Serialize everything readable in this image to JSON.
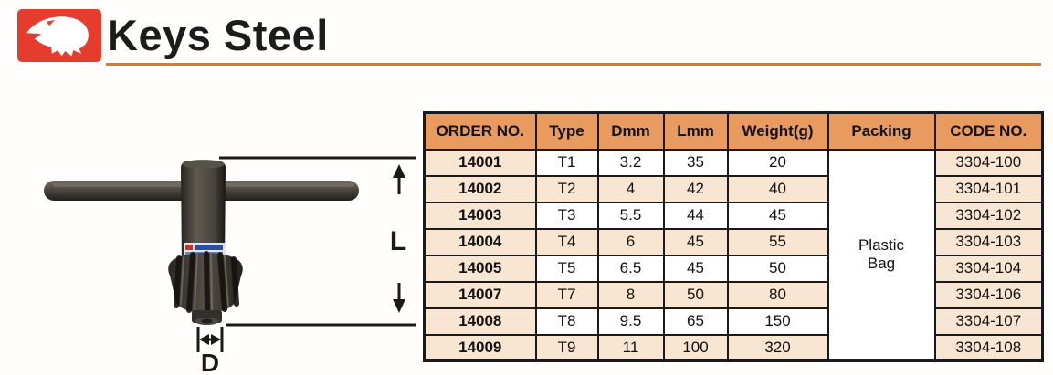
{
  "header": {
    "title": "Keys Steel"
  },
  "figure": {
    "length_label": "L",
    "diameter_label": "D"
  },
  "table": {
    "columns": [
      "ORDER NO.",
      "Type",
      "Dmm",
      "Lmm",
      "Weight(g)",
      "Packing",
      "CODE NO."
    ],
    "packing": "Plastic\nBag",
    "rows": [
      {
        "order": "14001",
        "type": "T1",
        "dmm": "3.2",
        "lmm": "35",
        "weight": "20",
        "code": "3304-100"
      },
      {
        "order": "14002",
        "type": "T2",
        "dmm": "4",
        "lmm": "42",
        "weight": "40",
        "code": "3304-101"
      },
      {
        "order": "14003",
        "type": "T3",
        "dmm": "5.5",
        "lmm": "44",
        "weight": "45",
        "code": "3304-102"
      },
      {
        "order": "14004",
        "type": "T4",
        "dmm": "6",
        "lmm": "45",
        "weight": "55",
        "code": "3304-103"
      },
      {
        "order": "14005",
        "type": "T5",
        "dmm": "6.5",
        "lmm": "45",
        "weight": "50",
        "code": "3304-104"
      },
      {
        "order": "14007",
        "type": "T7",
        "dmm": "8",
        "lmm": "50",
        "weight": "80",
        "code": "3304-106"
      },
      {
        "order": "14008",
        "type": "T8",
        "dmm": "9.5",
        "lmm": "65",
        "weight": "150",
        "code": "3304-107"
      },
      {
        "order": "14009",
        "type": "T9",
        "dmm": "11",
        "lmm": "100",
        "weight": "320",
        "code": "3304-108"
      }
    ]
  },
  "colors": {
    "logo_red": "#e53c2e",
    "accent_line_orange": "#d87b2b",
    "table_header_bg": "#e89a5f",
    "table_row_tint": "#f9e6d2",
    "border_black": "#1a1a1a"
  }
}
